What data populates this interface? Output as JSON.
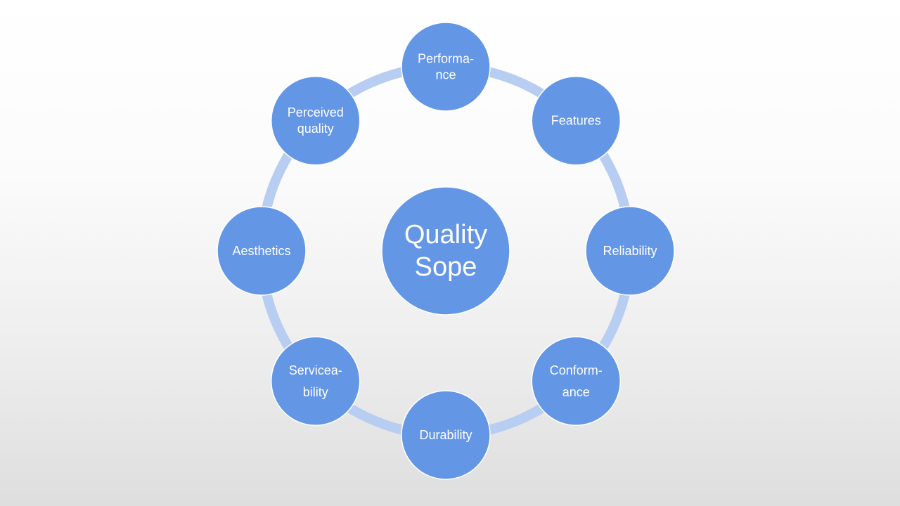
{
  "colors": {
    "node_fill": "#6396e5",
    "node_stroke": "#ffffff",
    "ring": "#b8cdf2",
    "text": "#ffffff"
  },
  "center": {
    "lines": [
      "Quality",
      "Sope"
    ]
  },
  "nodes": [
    {
      "id": "performance",
      "lines": [
        "Performa-",
        "nce"
      ]
    },
    {
      "id": "features",
      "lines": [
        "Features"
      ]
    },
    {
      "id": "reliability",
      "lines": [
        "Reliability"
      ]
    },
    {
      "id": "conformance",
      "lines": [
        "Conform-",
        "ance"
      ]
    },
    {
      "id": "durability",
      "lines": [
        "Durability"
      ]
    },
    {
      "id": "serviceability",
      "lines": [
        "Servicea-",
        "bility"
      ]
    },
    {
      "id": "aesthetics",
      "lines": [
        "Aesthetics"
      ]
    },
    {
      "id": "perceived-quality",
      "lines": [
        "Perceived",
        "quality"
      ]
    }
  ]
}
